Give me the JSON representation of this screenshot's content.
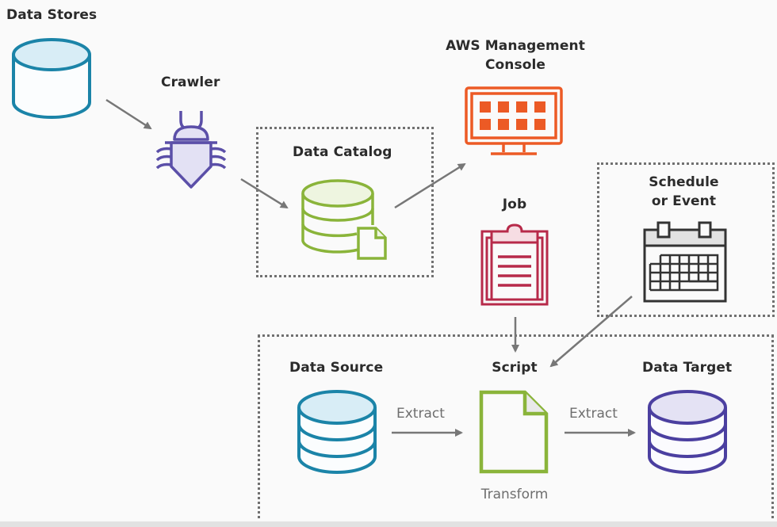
{
  "diagram": {
    "title": "AWS Glue architecture",
    "colors": {
      "data_stores": "#1b84a8",
      "crawler": "#5b4fa8",
      "catalog": "#8ab43a",
      "console": "#ec5a25",
      "job": "#b72a4a",
      "schedule": "#333333",
      "data_source": "#1b84a8",
      "script": "#8ab43a",
      "data_target": "#4b3fa0",
      "arrow": "#777777",
      "box_border": "#707070"
    },
    "nodes": {
      "data_stores": {
        "label": "Data Stores",
        "icon": "database-icon"
      },
      "crawler": {
        "label": "Crawler",
        "icon": "bug-icon"
      },
      "data_catalog": {
        "label": "Data Catalog",
        "icon": "database-document-icon"
      },
      "console": {
        "label_line1": "AWS Management",
        "label_line2": "Console",
        "icon": "monitor-icon"
      },
      "job": {
        "label": "Job",
        "icon": "clipboard-icon"
      },
      "schedule": {
        "label_line1": "Schedule",
        "label_line2": "or Event",
        "icon": "calendar-icon"
      },
      "data_source": {
        "label": "Data Source",
        "icon": "database-icon"
      },
      "script": {
        "label": "Script",
        "icon": "document-icon",
        "caption": "Transform"
      },
      "data_target": {
        "label": "Data Target",
        "icon": "database-icon"
      }
    },
    "edges": [
      {
        "from": "data_stores",
        "to": "crawler",
        "label": ""
      },
      {
        "from": "crawler",
        "to": "data_catalog",
        "label": ""
      },
      {
        "from": "data_catalog",
        "to": "console",
        "label": ""
      },
      {
        "from": "job",
        "to": "script",
        "label": ""
      },
      {
        "from": "schedule",
        "to": "script",
        "label": ""
      },
      {
        "from": "data_source",
        "to": "script",
        "label": "Extract"
      },
      {
        "from": "script",
        "to": "data_target",
        "label": "Extract"
      }
    ]
  }
}
